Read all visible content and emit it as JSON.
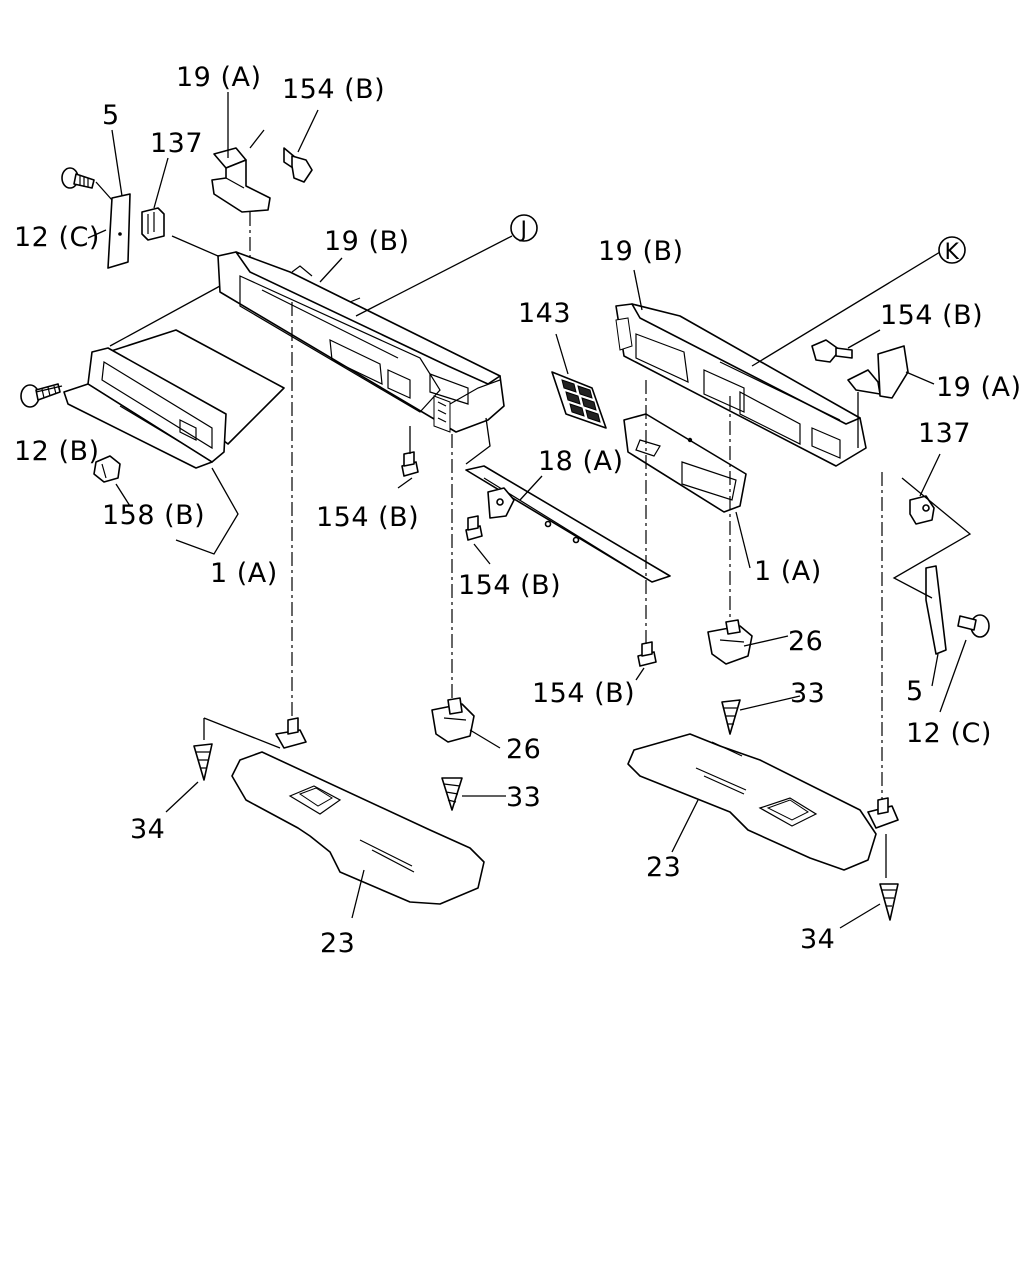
{
  "diagram": {
    "reference_markers": [
      "J",
      "K"
    ],
    "callouts": [
      "19 (A)",
      "154 (B)",
      "5",
      "137",
      "12 (C)",
      "19 (B)",
      "J",
      "12 (B)",
      "158 (B)",
      "1 (A)",
      "154 (B)",
      "18 (A)",
      "154 (B)",
      "26",
      "33",
      "34",
      "23",
      "19 (B)",
      "K",
      "143",
      "154 (B)",
      "19 (A)",
      "137",
      "1 (A)",
      "26",
      "154 (B)",
      "33",
      "5",
      "12 (C)",
      "23",
      "34"
    ]
  }
}
